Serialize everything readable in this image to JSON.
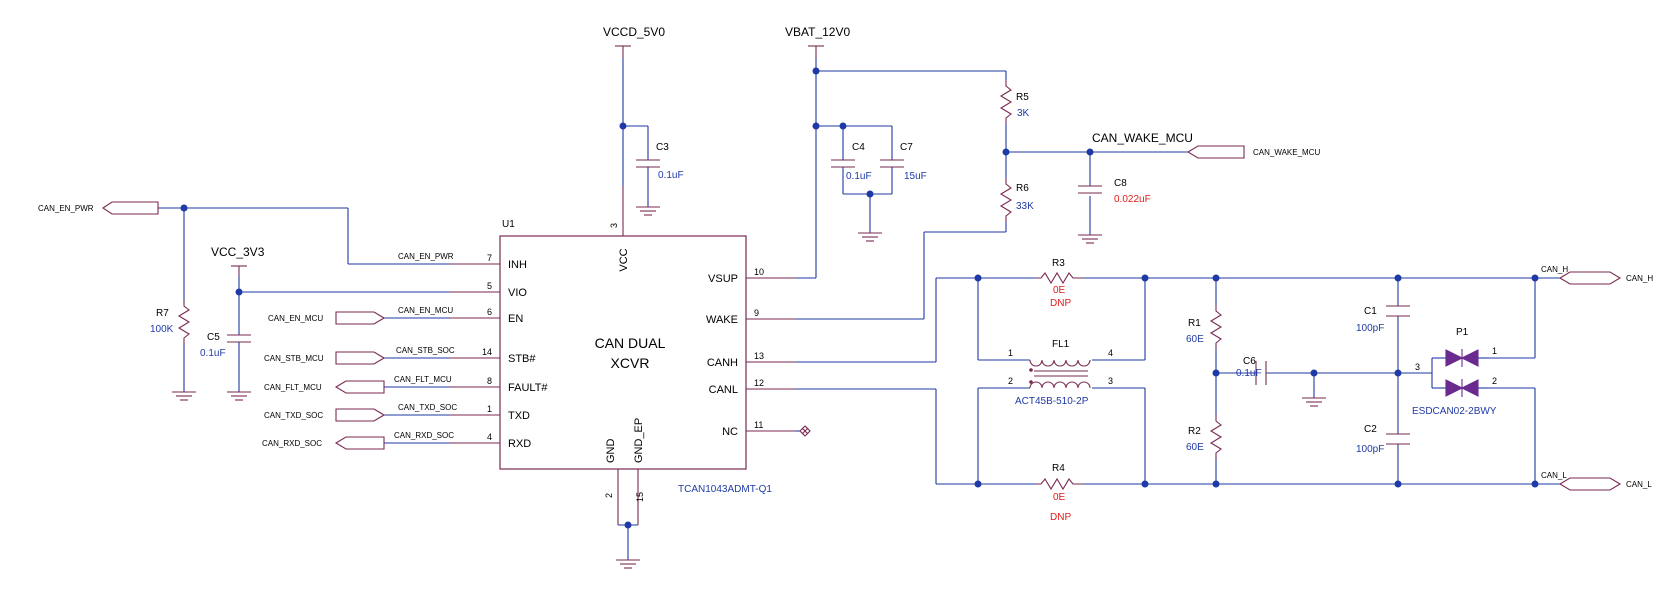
{
  "rails": {
    "vccd": "VCCD_5V0",
    "vbat": "VBAT_12V0",
    "vcc3": "VCC_3V3"
  },
  "ports": {
    "can_en_pwr": "CAN_EN_PWR",
    "can_en_mcu": "CAN_EN_MCU",
    "can_stb_mcu": "CAN_STB_MCU",
    "can_flt_mcu": "CAN_FLT_MCU",
    "can_txd_soc": "CAN_TXD_SOC",
    "can_rxd_soc": "CAN_RXD_SOC",
    "can_wake_mcu": "CAN_WAKE_MCU",
    "can_h": "CAN_H",
    "can_l": "CAN_L"
  },
  "nets": {
    "can_en_pwr": "CAN_EN_PWR",
    "can_en_mcu": "CAN_EN_MCU",
    "can_stb_soc": "CAN_STB_SOC",
    "can_flt_mcu": "CAN_FLT_MCU",
    "can_txd_soc": "CAN_TXD_SOC",
    "can_rxd_soc": "CAN_RXD_SOC",
    "can_wake_mcu": "CAN_WAKE_MCU",
    "can_h": "CAN_H",
    "can_l": "CAN_L"
  },
  "u1": {
    "ref": "U1",
    "title1": "CAN DUAL",
    "title2": "XCVR",
    "part": "TCAN1043ADMT-Q1",
    "pins": {
      "inh": {
        "name": "INH",
        "num": "7"
      },
      "vio": {
        "name": "VIO",
        "num": "5"
      },
      "en": {
        "name": "EN",
        "num": "6"
      },
      "stb": {
        "name": "STB#",
        "num": "14"
      },
      "fault": {
        "name": "FAULT#",
        "num": "8"
      },
      "txd": {
        "name": "TXD",
        "num": "1"
      },
      "rxd": {
        "name": "RXD",
        "num": "4"
      },
      "vsup": {
        "name": "VSUP",
        "num": "10"
      },
      "wake": {
        "name": "WAKE",
        "num": "9"
      },
      "canh": {
        "name": "CANH",
        "num": "13"
      },
      "canl": {
        "name": "CANL",
        "num": "12"
      },
      "nc": {
        "name": "NC",
        "num": "11"
      },
      "vcc": {
        "name": "VCC",
        "num": "3"
      },
      "gnd": {
        "name": "GND",
        "num": "2"
      },
      "gnd_ep": {
        "name": "GND_EP",
        "num": "15"
      }
    }
  },
  "components": {
    "c3": {
      "ref": "C3",
      "value": "0.1uF"
    },
    "c4": {
      "ref": "C4",
      "value": "0.1uF"
    },
    "c7": {
      "ref": "C7",
      "value": "15uF"
    },
    "c5": {
      "ref": "C5",
      "value": "0.1uF"
    },
    "c8": {
      "ref": "C8",
      "value": "0.022uF"
    },
    "r7": {
      "ref": "R7",
      "value": "100K"
    },
    "r5": {
      "ref": "R5",
      "value": "3K"
    },
    "r6": {
      "ref": "R6",
      "value": "33K"
    },
    "r3": {
      "ref": "R3",
      "value": "0E",
      "note": "DNP"
    },
    "r4": {
      "ref": "R4",
      "value": "0E",
      "note": "DNP"
    },
    "fl1": {
      "ref": "FL1",
      "part": "ACT45B-510-2P",
      "pins": [
        "1",
        "4",
        "2",
        "3"
      ]
    },
    "r1": {
      "ref": "R1",
      "value": "60E"
    },
    "r2": {
      "ref": "R2",
      "value": "60E"
    },
    "c6": {
      "ref": "C6",
      "value": "0.1uF"
    },
    "c1": {
      "ref": "C1",
      "value": "100pF"
    },
    "c2": {
      "ref": "C2",
      "value": "100pF"
    },
    "p1": {
      "ref": "P1",
      "part": "ESDCAN02-2BWY",
      "pins": [
        "3",
        "1",
        "2"
      ]
    }
  }
}
